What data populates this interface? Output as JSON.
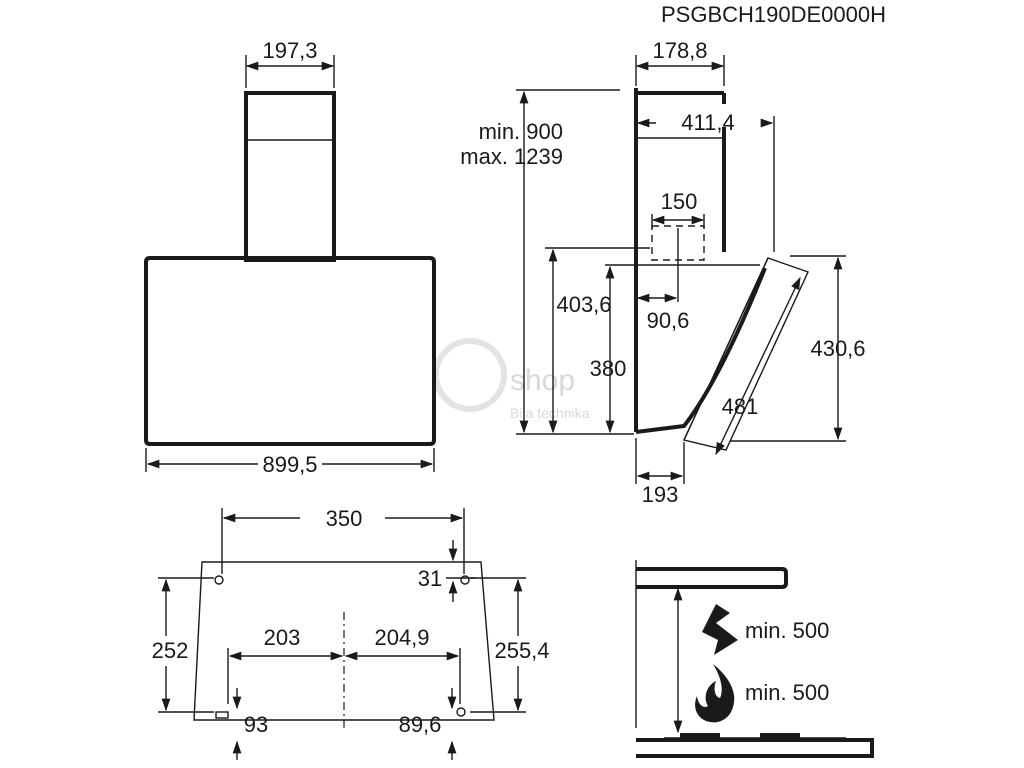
{
  "model": "PSGBCH190DE0000H",
  "front_view": {
    "chimney_width": "197,3",
    "body_width": "899,5"
  },
  "side_view": {
    "chimney_depth": "178,8",
    "height_range_min": "min. 900",
    "height_range_max": "max. 1239",
    "overall_depth": "411,4",
    "outlet_diameter": "150",
    "outlet_height": "403,6",
    "outlet_offset": "90,6",
    "body_height_back": "380",
    "body_height_front": "430,6",
    "glass_length": "481",
    "bottom_depth": "193"
  },
  "mounting_view": {
    "upper_holes_distance": "350",
    "upper_hole_offset": "31",
    "left_height": "252",
    "right_height": "255,4",
    "lower_left_offset": "203",
    "lower_right_offset": "204,9",
    "lower_left_height": "93",
    "lower_right_height": "89,6"
  },
  "clearance_view": {
    "electric_min": "min. 500",
    "gas_min": "min. 500",
    "icons": [
      "lightning-icon",
      "flame-icon"
    ]
  },
  "watermark": {
    "brand": "shop",
    "sub": "Bila technika"
  }
}
